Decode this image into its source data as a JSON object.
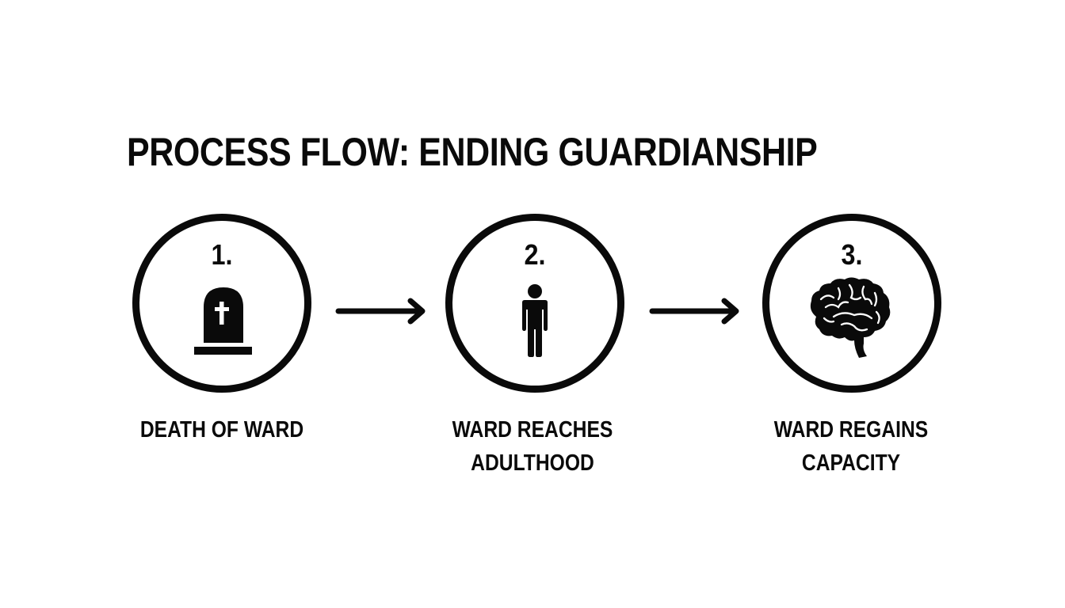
{
  "title": "PROCESS FLOW: ENDING GUARDIANSHIP",
  "colors": {
    "background": "#ffffff",
    "foreground": "#0a0a0a"
  },
  "steps": [
    {
      "number": "1.",
      "icon": "tombstone-icon",
      "label_lines": [
        "DEATH OF WARD"
      ]
    },
    {
      "number": "2.",
      "icon": "person-icon",
      "label_lines": [
        "WARD REACHES",
        "ADULTHOOD"
      ]
    },
    {
      "number": "3.",
      "icon": "brain-icon",
      "label_lines": [
        "WARD REGAINS",
        "CAPACITY"
      ]
    }
  ],
  "connectors": [
    {
      "from": 1,
      "to": 2,
      "icon": "arrow-right-icon"
    },
    {
      "from": 2,
      "to": 3,
      "icon": "arrow-right-icon"
    }
  ]
}
